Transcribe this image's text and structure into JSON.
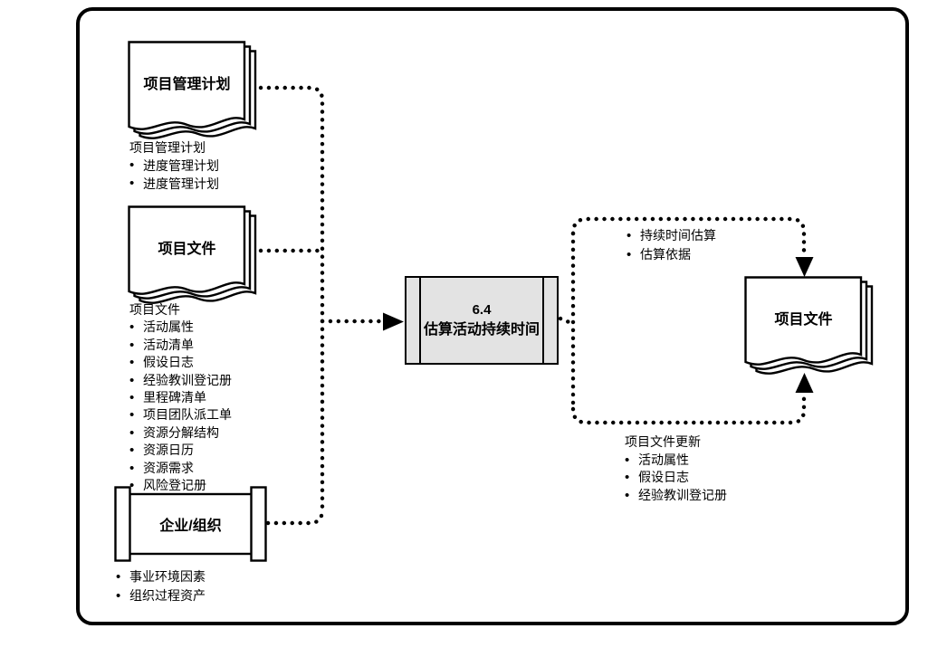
{
  "diagram": {
    "process": {
      "number": "6.4",
      "name": "估算活动持续时间"
    },
    "inputs": [
      {
        "shape": "document",
        "title": "项目管理计划",
        "label": "项目管理计划",
        "items": [
          "进度管理计划",
          "进度管理计划"
        ]
      },
      {
        "shape": "document",
        "title": "项目文件",
        "label": "项目文件",
        "items": [
          "活动属性",
          "活动清单",
          "假设日志",
          "经验教训登记册",
          "里程碑清单",
          "项目团队派工单",
          "资源分解结构",
          "资源日历",
          "资源需求",
          "风险登记册"
        ]
      },
      {
        "shape": "scroll",
        "title": "企业/组织",
        "items": [
          "事业环境因素",
          "组织过程资产"
        ]
      }
    ],
    "output": {
      "document_title": "项目文件",
      "top_items": [
        "持续时间估算",
        "估算依据"
      ],
      "update_label": "项目文件更新",
      "update_items": [
        "活动属性",
        "假设日志",
        "经验教训登记册"
      ]
    },
    "colors": {
      "line": "#000000",
      "process_fill": "#e3e3e3",
      "background": "#ffffff"
    }
  }
}
